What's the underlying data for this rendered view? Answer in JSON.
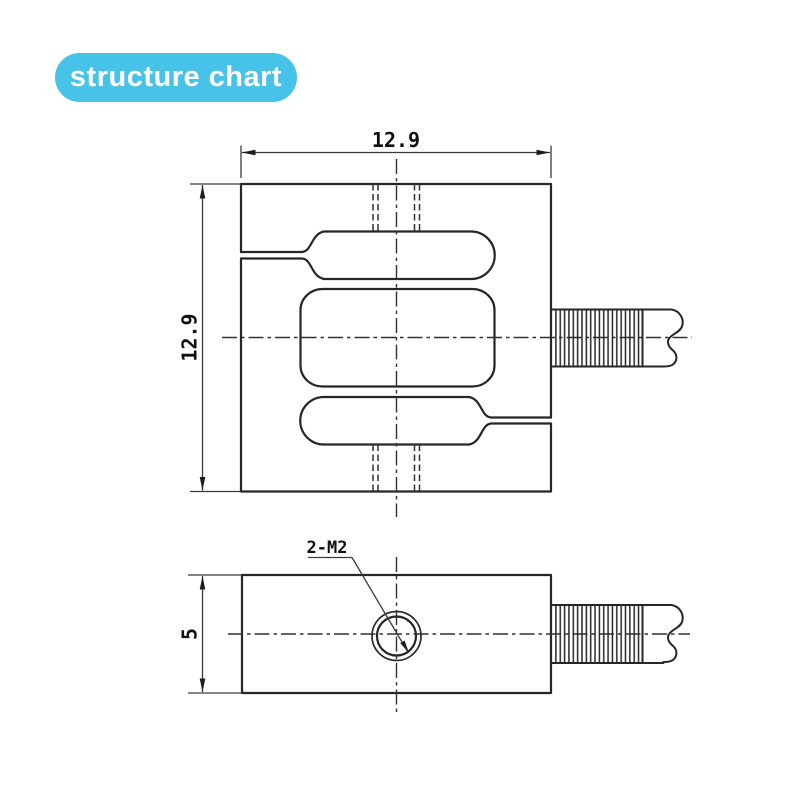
{
  "badge": {
    "label": "structure chart"
  },
  "colors": {
    "accent": "#47c2e9",
    "badge_text": "#ffffff",
    "line": "#262626"
  },
  "drawing": {
    "top_view": {
      "width_dim": "12.9",
      "height_dim": "12.9"
    },
    "side_view": {
      "height_dim": "5",
      "hole_label": "2-M2"
    }
  }
}
